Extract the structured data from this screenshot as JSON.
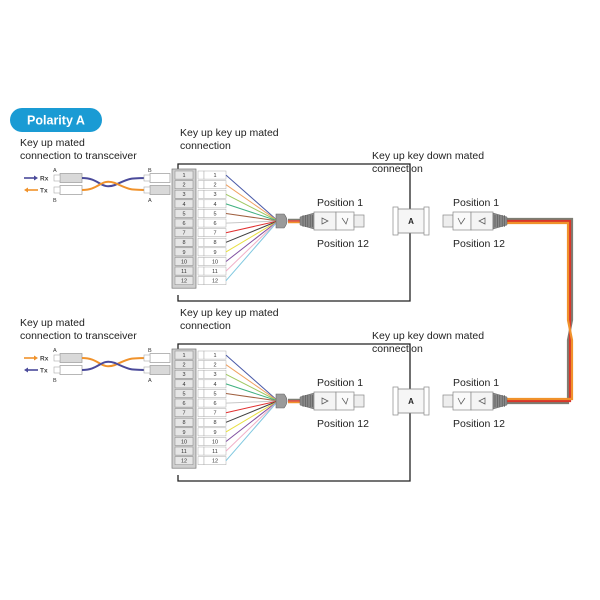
{
  "title_badge": {
    "label": "Polarity A",
    "color": "#1a9bd4"
  },
  "colors": {
    "rx_tx_blue": "#4a4a9a",
    "rx_tx_orange": "#f0922b",
    "trunk_gray": "#7d7d72",
    "trunk_red": "#d9362b",
    "trunk_orange": "#f0922b",
    "box_line": "#222222"
  },
  "fiber_colors": [
    "#4a5aa8",
    "#f0a060",
    "#a0c860",
    "#40b080",
    "#a06040",
    "#c8c8c8",
    "#e03030",
    "#404040",
    "#e8e040",
    "#8050a0",
    "#f0b0c8",
    "#80c8e0"
  ],
  "sections": [
    {
      "name": "top",
      "transceiver_label": [
        "Key up mated",
        "connection to transceiver"
      ],
      "rx_label": "Rx",
      "tx_label": "Tx",
      "rx_arrow": "right",
      "tx_arrow": "left",
      "rx_color": "#4a4a9a",
      "tx_color": "#f0922b",
      "lc_left_top": "A",
      "lc_left_bottom": "B",
      "lc_right_top": "B",
      "lc_right_bottom": "A",
      "cassette_label": [
        "Key up key up mated",
        "connection"
      ],
      "adapter_label": [
        "Key up key down mated",
        "connection"
      ],
      "adapter_letter": "A",
      "mpo_left": {
        "pos1": "Position 1",
        "pos12": "Position 12"
      },
      "mpo_right": {
        "pos1": "Position 1",
        "pos12": "Position 12"
      },
      "ports": [
        "1",
        "2",
        "3",
        "4",
        "5",
        "6",
        "7",
        "8",
        "9",
        "10",
        "11",
        "12"
      ]
    },
    {
      "name": "bottom",
      "transceiver_label": [
        "Key up mated",
        "connection to transceiver"
      ],
      "rx_label": "Rx",
      "tx_label": "Tx",
      "rx_arrow": "right",
      "tx_arrow": "left",
      "rx_color": "#f0922b",
      "tx_color": "#4a4a9a",
      "lc_left_top": "A",
      "lc_left_bottom": "B",
      "lc_right_top": "B",
      "lc_right_bottom": "A",
      "cassette_label": [
        "Key up key up mated",
        "connection"
      ],
      "adapter_label": [
        "Key up key down mated",
        "connection"
      ],
      "adapter_letter": "A",
      "mpo_left": {
        "pos1": "Position 1",
        "pos12": "Position 12"
      },
      "mpo_right": {
        "pos1": "Position 1",
        "pos12": "Position 12"
      },
      "ports": [
        "1",
        "2",
        "3",
        "4",
        "5",
        "6",
        "7",
        "8",
        "9",
        "10",
        "11",
        "12"
      ]
    }
  ]
}
